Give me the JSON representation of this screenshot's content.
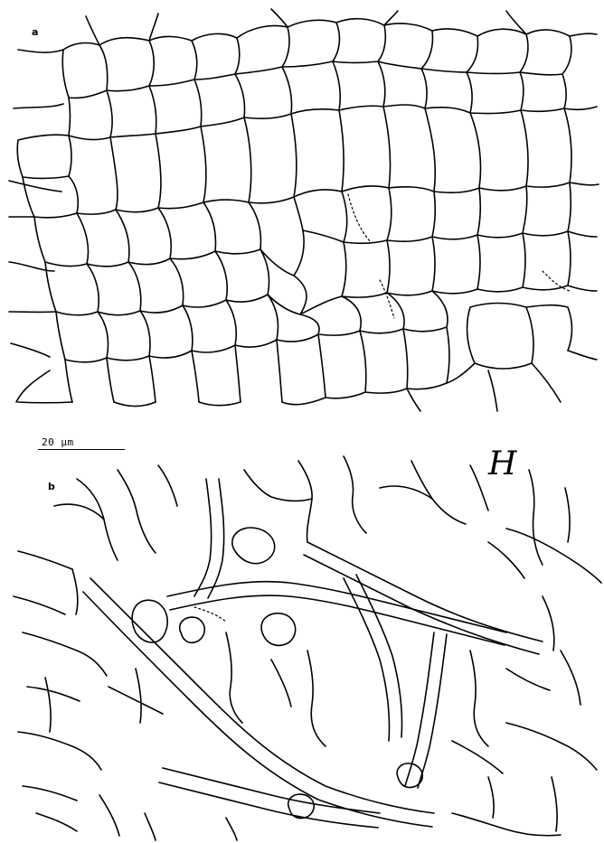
{
  "figure": {
    "panel_a_label": "a",
    "panel_b_label": "b",
    "scale_bar_text": "20 µm",
    "monogram": "H"
  }
}
